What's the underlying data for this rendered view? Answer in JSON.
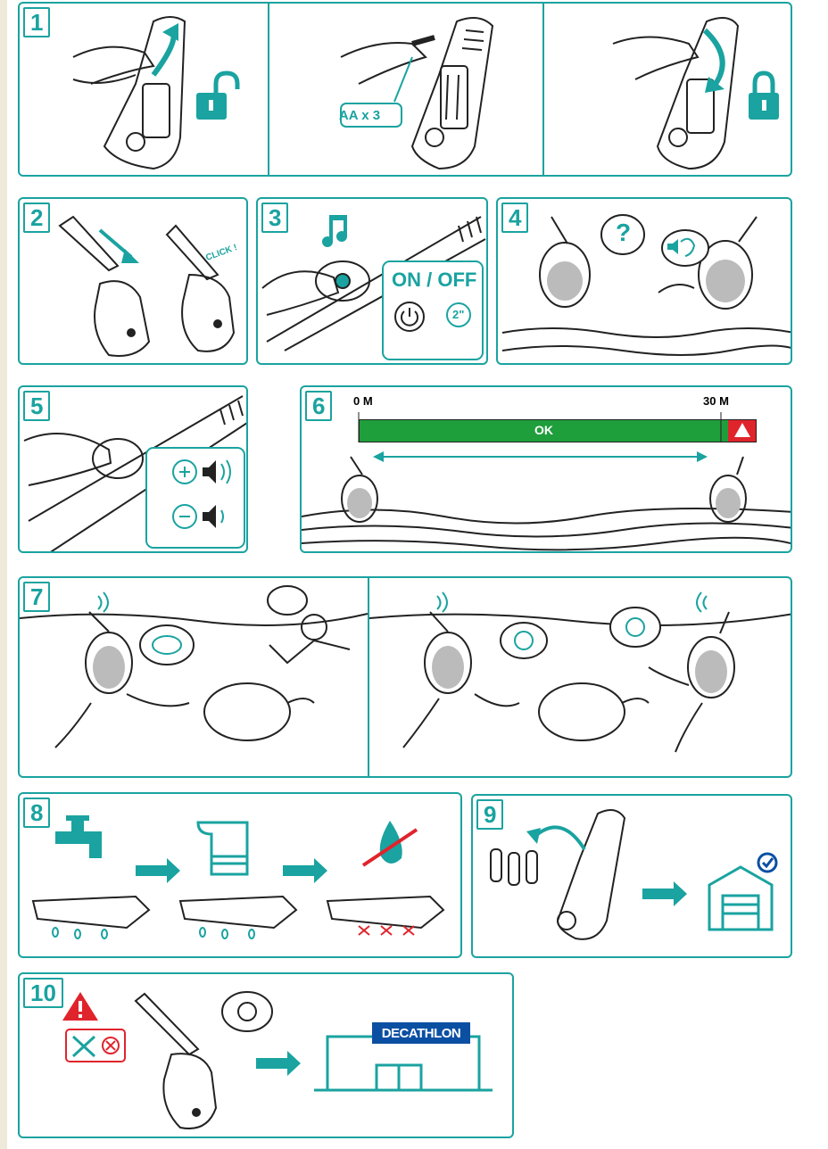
{
  "steps": {
    "s1": "1",
    "s2": "2",
    "s3": "3",
    "s4": "4",
    "s5": "5",
    "s6": "6",
    "s7": "7",
    "s8": "8",
    "s9": "9",
    "s10": "10"
  },
  "step1": {
    "battery_label": "AA x 3"
  },
  "step2": {
    "click_label": "CLICK !"
  },
  "step3": {
    "onoff_label": "ON / OFF",
    "hold_label": "2\""
  },
  "step4": {
    "question_mark": "?"
  },
  "step6": {
    "start_label": "0 M",
    "end_label": "30 M",
    "ok_label": "OK",
    "range_fraction": 0.93
  },
  "step10": {
    "brand_label": "DECATHLON"
  },
  "colors": {
    "teal": "#1aa3a0",
    "green": "#1f9e3c",
    "red": "#e0242c",
    "brand_blue": "#0b4fa3"
  },
  "icons": [
    "unlock-icon",
    "lock-icon",
    "music-note-icon",
    "power-button-icon",
    "timer-icon",
    "speaker-icon",
    "ear-icon",
    "warning-icon",
    "water-tap-icon",
    "towel-icon",
    "no-drop-icon",
    "garage-icon",
    "tools-icon",
    "store-icon"
  ]
}
